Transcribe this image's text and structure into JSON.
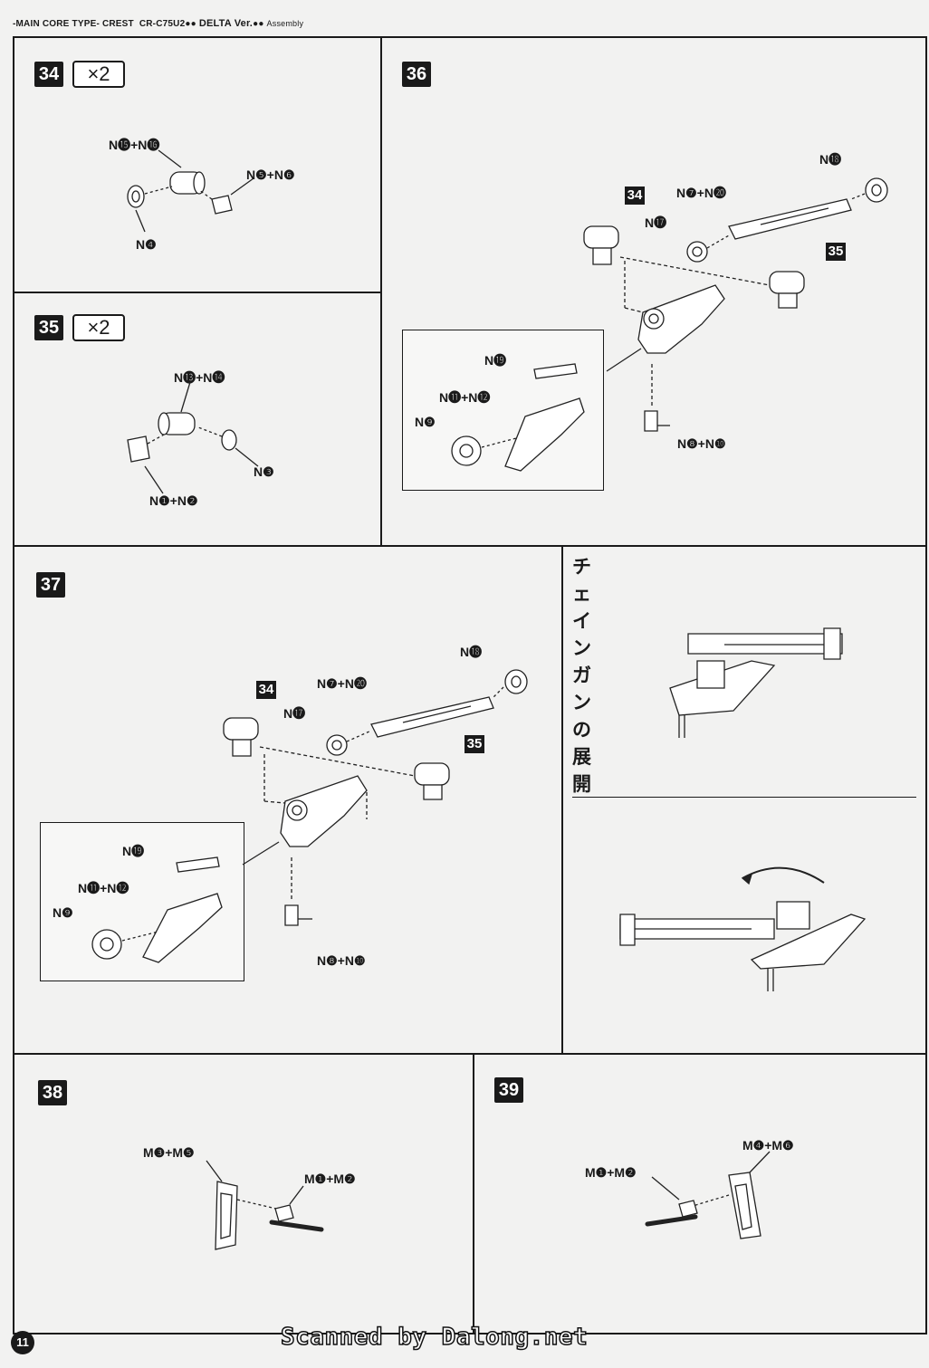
{
  "header": {
    "title": "-MAIN CORE TYPE- CREST",
    "model": "CR-C75U2",
    "version": "DELTA Ver.",
    "section": "Assembly"
  },
  "steps": {
    "s34": {
      "number": "34",
      "multiplier": "×2",
      "labels": [
        "N⓯+N⓰",
        "N❺+N❻",
        "N❹"
      ]
    },
    "s35": {
      "number": "35",
      "multiplier": "×2",
      "labels": [
        "N⓭+N⓮",
        "N❸",
        "N❶+N❷"
      ]
    },
    "s36": {
      "number": "36",
      "ref34": "34",
      "ref35": "35",
      "labels": [
        "N⓲",
        "N❼+N⓴",
        "N⓱",
        "N⓳",
        "N⓫+N⓬",
        "N❾",
        "N❽+N❿"
      ]
    },
    "s37": {
      "number": "37",
      "ref34": "34",
      "ref35": "35",
      "labels": [
        "N⓲",
        "N❼+N⓴",
        "N⓱",
        "N⓳",
        "N⓫+N⓬",
        "N❾",
        "N❽+N❿"
      ]
    },
    "s38": {
      "number": "38",
      "labels": [
        "M❸+M❺",
        "M❶+M❷"
      ]
    },
    "s39": {
      "number": "39",
      "labels": [
        "M❹+M❻",
        "M❶+M❷"
      ]
    }
  },
  "chaingun": {
    "title": "チェインガンの展開"
  },
  "footer": {
    "page": "11",
    "credit": "Scanned by Dalong.net"
  }
}
